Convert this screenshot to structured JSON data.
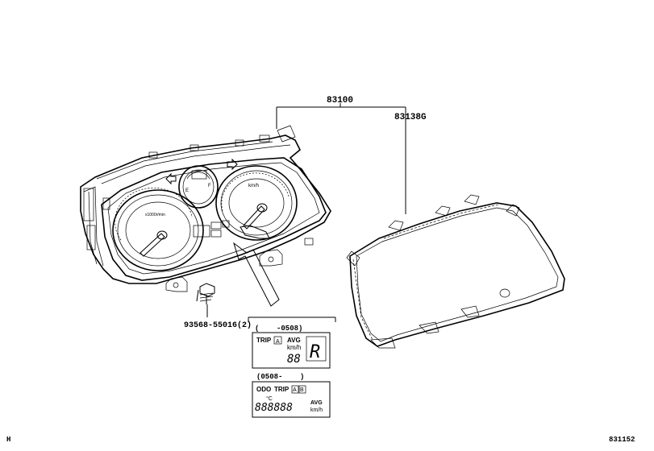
{
  "parts": {
    "meter_assembly": "83100",
    "glass": "83138G",
    "screw": "93568-55016(2)"
  },
  "inset_early": {
    "date_range": "(    -0508)",
    "trip_label": "TRIP",
    "trip_a_badge": "A",
    "avg_label": "AVG",
    "unit_label": "km/h",
    "digits": "88",
    "gear_char": "R"
  },
  "inset_late": {
    "date_range": "(0508-    )",
    "odo_label": "ODO",
    "trip_label": "TRIP",
    "trip_a_badge": "A",
    "trip_b_badge": "B",
    "digits": "888888",
    "avg_label": "AVG",
    "unit_label": "km/h",
    "temp_label": "°C"
  },
  "cluster": {
    "fuel_marker": "F",
    "empty_marker": "E",
    "tach_label": "x1000r/min",
    "speed_label": "km/h"
  },
  "footer": {
    "left_code": "H",
    "figure_number": "831152"
  }
}
